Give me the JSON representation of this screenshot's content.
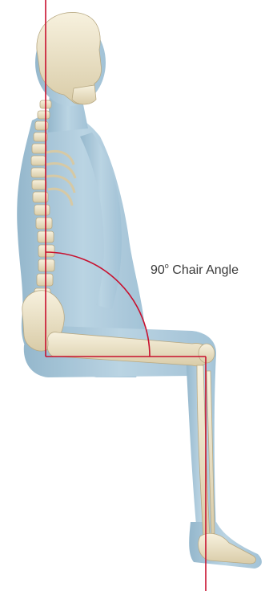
{
  "annotation": {
    "angle_value": "90",
    "degree_symbol": "o",
    "angle_text": "Chair Angle"
  },
  "colors": {
    "guide_line": "#c8102e",
    "body_fill": "#a9c9dc",
    "body_shade": "#8fb4ca",
    "bone": "#efe6cf",
    "bone_shade": "#cbbf9e"
  },
  "angle_degrees": 90
}
